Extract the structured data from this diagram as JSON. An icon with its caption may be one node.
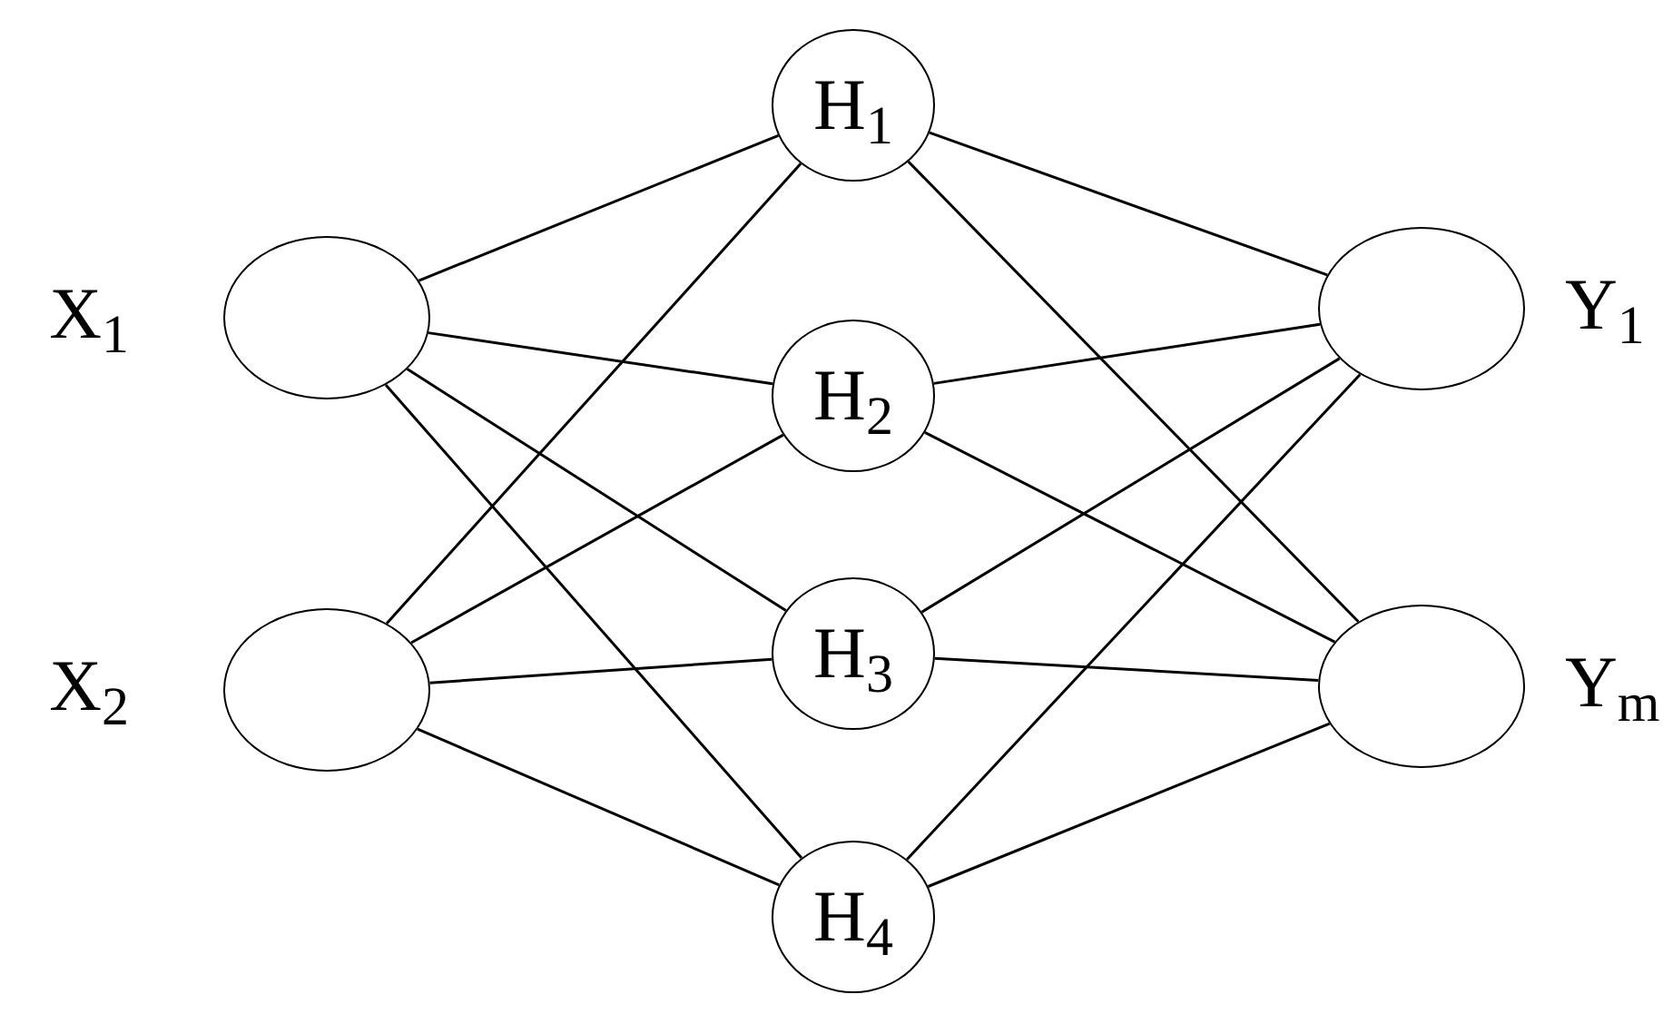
{
  "diagram": {
    "nodes": [
      {
        "text": [],
        "shape": "circle",
        "beside": [
          "X$_{1}$"
        ]
      },
      {
        "text": [],
        "shape": "circle",
        "beside": [
          "X$_{2}$"
        ]
      },
      {
        "text": [
          "H$_{1}$"
        ]
      },
      {
        "text": [
          "H$_{2}$"
        ]
      },
      {
        "text": [
          "H$_{3}$"
        ]
      },
      {
        "text": [
          "H$_{4}$"
        ]
      },
      {
        "text": [],
        "shape": "circle",
        "beside": [
          "Y$_{1}$"
        ]
      },
      {
        "text": [],
        "shape": "circle",
        "beside": [
          "Y$_{m}$"
        ]
      }
    ],
    "edges": [
      {
        "from": 0,
        "to": 2,
        "arrow": "none"
      },
      {
        "from": 0,
        "to": 3,
        "arrow": "none"
      },
      {
        "from": 0,
        "to": 4,
        "arrow": "none"
      },
      {
        "from": 0,
        "to": 5,
        "arrow": "none"
      },
      {
        "from": 1,
        "to": 2,
        "arrow": "none"
      },
      {
        "from": 1,
        "to": 3,
        "arrow": "none"
      },
      {
        "from": 1,
        "to": 4,
        "arrow": "none"
      },
      {
        "from": 1,
        "to": 5,
        "arrow": "none"
      },
      {
        "from": 2,
        "to": 6,
        "arrow": "none"
      },
      {
        "from": 2,
        "to": 7,
        "arrow": "none"
      },
      {
        "from": 3,
        "to": 6,
        "arrow": "none"
      },
      {
        "from": 3,
        "to": 7,
        "arrow": "none"
      },
      {
        "from": 4,
        "to": 6,
        "arrow": "none"
      },
      {
        "from": 4,
        "to": 7,
        "arrow": "none"
      },
      {
        "from": 5,
        "to": 6,
        "arrow": "none"
      },
      {
        "from": 5,
        "to": 7,
        "arrow": "none"
      }
    ]
  }
}
